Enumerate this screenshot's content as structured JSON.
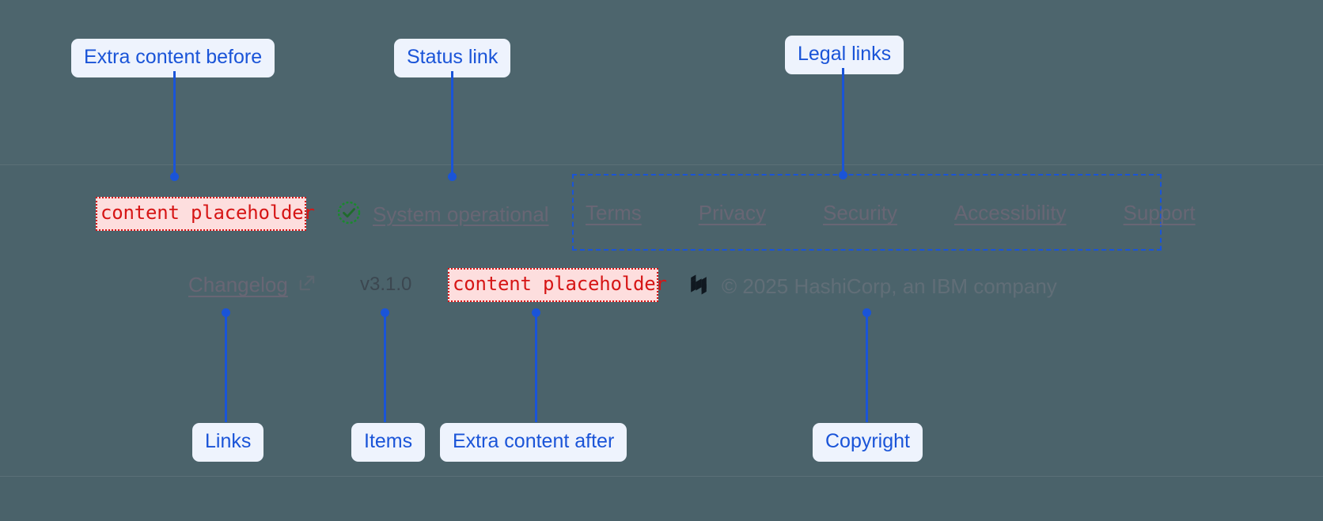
{
  "annotations": {
    "extra_before": "Extra content before",
    "status_link": "Status link",
    "legal_links": "Legal links",
    "links": "Links",
    "items": "Items",
    "extra_after": "Extra content after",
    "copyright": "Copyright"
  },
  "footer": {
    "extra_before_slot": "content placeholder",
    "extra_after_slot": "content placeholder",
    "status": {
      "icon": "check-circle-icon",
      "label": "System operational",
      "icon_color": "#1a8a2e"
    },
    "legal": {
      "items": [
        {
          "label": "Terms"
        },
        {
          "label": "Privacy"
        },
        {
          "label": "Security"
        },
        {
          "label": "Accessibility"
        },
        {
          "label": "Support"
        }
      ]
    },
    "changelog": {
      "label": "Changelog",
      "icon": "external-link-icon"
    },
    "version": "v3.1.0",
    "brand": {
      "icon": "hashicorp-logo-icon",
      "copyright": "© 2025 HashiCorp, an IBM company"
    }
  },
  "colors": {
    "background": "#4b636b",
    "annotation_blue": "#1a54d8",
    "annotation_pill_bg": "#eef3fd",
    "placeholder_red": "#d61515",
    "placeholder_bg": "#fddede",
    "muted_text": "#6b6775"
  }
}
